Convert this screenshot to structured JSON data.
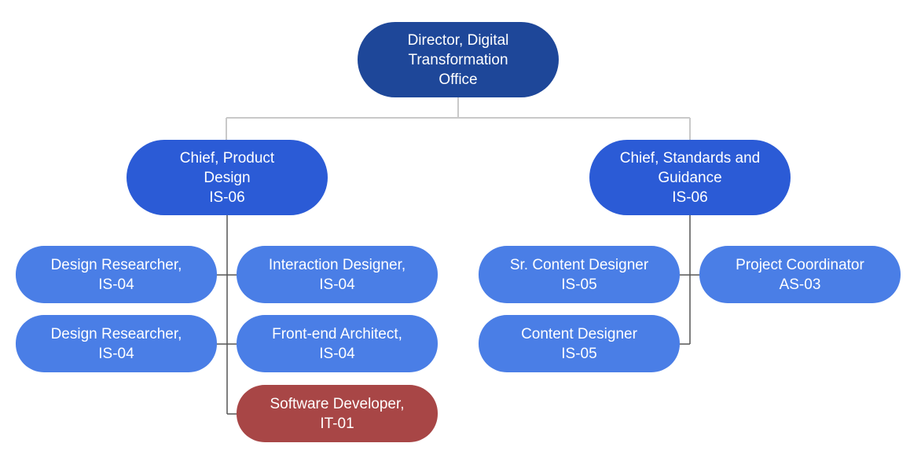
{
  "colors": {
    "director": "#1e4799",
    "chief": "#2b5bd6",
    "staff": "#4a7ee6",
    "highlight": "#a84646",
    "connector": "#c9c9c9",
    "connector_dark": "#555555"
  },
  "director": {
    "label": "Director, Digital\nTransformation\nOffice"
  },
  "branches": [
    {
      "chief": {
        "label": "Chief, Product\nDesign\nIS-06"
      },
      "reports": [
        {
          "label": "Design Researcher,\nIS-04"
        },
        {
          "label": "Interaction Designer,\nIS-04"
        },
        {
          "label": "Design Researcher,\nIS-04"
        },
        {
          "label": "Front-end Architect,\nIS-04"
        },
        {
          "label": "Software Developer,\nIT-01"
        }
      ]
    },
    {
      "chief": {
        "label": "Chief, Standards and\nGuidance\nIS-06"
      },
      "reports": [
        {
          "label": "Sr. Content Designer\nIS-05"
        },
        {
          "label": "Project Coordinator\nAS-03"
        },
        {
          "label": "Content Designer\nIS-05"
        }
      ]
    }
  ]
}
